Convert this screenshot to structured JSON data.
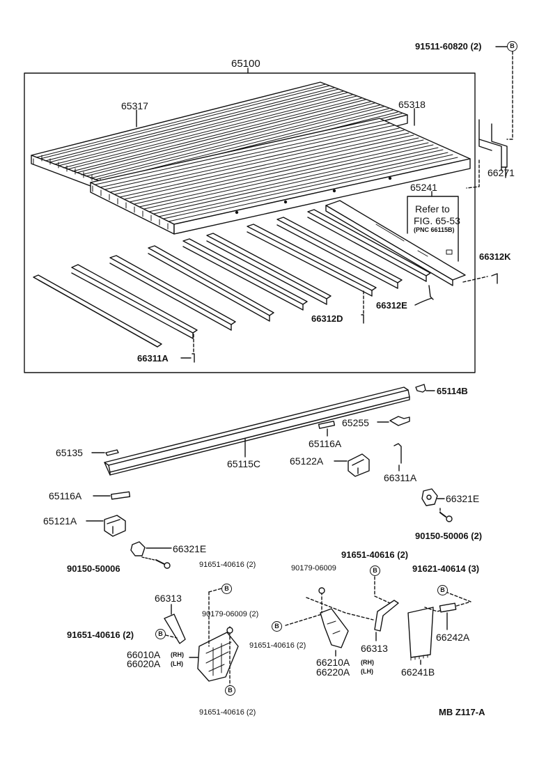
{
  "labels": {
    "l65100": "65100",
    "l65317": "65317",
    "l65318": "65318",
    "l91511": "91511-60820 (2)",
    "l66271": "66271",
    "l65241": "65241",
    "refer1": "Refer to",
    "refer2": "FIG. 65-53",
    "refer3": "(PNC 66115B)",
    "l66312K": "66312K",
    "l66312E": "66312E",
    "l66312D": "66312D",
    "l66311A_top": "66311A",
    "l65114B": "65114B",
    "l65255": "65255",
    "l65116A_a": "65116A",
    "l65135": "65135",
    "l65115C": "65115C",
    "l65122A": "65122A",
    "l66311A": "66311A",
    "l65116A_b": "65116A",
    "l66321E_r": "66321E",
    "l90150_r": "90150-50006 (2)",
    "l65121A": "65121A",
    "l66321E_l": "66321E",
    "l90150_l": "90150-50006",
    "l91651_top": "91651-40616 (2)",
    "l90179_top": "90179-06009",
    "l91651_topr": "91651-40616 (2)",
    "l91621": "91621-40614 (3)",
    "l66313_l": "66313",
    "l90179_mid": "90179-06009 (2)",
    "l91651_left": "91651-40616 (2)",
    "l66010A": "66010A",
    "l66020A": "66020A",
    "rh1": "(RH)",
    "lh1": "(LH)",
    "l91651_mid": "91651-40616 (2)",
    "l66313_r": "66313",
    "l66242A": "66242A",
    "l66210A": "66210A",
    "l66220A": "66220A",
    "rh2": "(RH)",
    "lh2": "(LH)",
    "l66241B": "66241B",
    "l91651_bot": "91651-40616 (2)",
    "code": "MB  Z117-A"
  },
  "bolt_letter": "B"
}
